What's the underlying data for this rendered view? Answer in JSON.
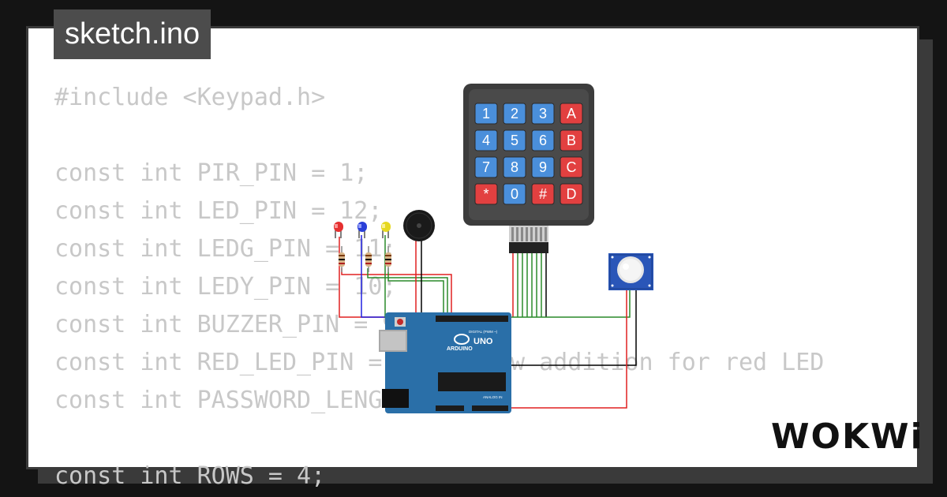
{
  "title": "sketch.ino",
  "code": {
    "lines": [
      "#include <Keypad.h>",
      "",
      "const int PIR_PIN = 1;",
      "const int LED_PIN = 12;",
      "const int LEDG_PIN = 11;",
      "const int LEDY_PIN = 10;",
      "const int BUZZER_PIN = 9;",
      "const int RED_LED_PIN = 8; // New addition for red LED",
      "const int PASSWORD_LENGTH = 4;",
      "",
      "const int ROWS = 4;"
    ]
  },
  "keypad": {
    "keys": [
      "1",
      "2",
      "3",
      "A",
      "4",
      "5",
      "6",
      "B",
      "7",
      "8",
      "9",
      "C",
      "*",
      "0",
      "#",
      "D"
    ],
    "digit_color": "#4a8fdb",
    "letter_color": "#e24040"
  },
  "arduino": {
    "model": "UNO",
    "brand": "ARDUINO",
    "digital_label": "DIGITAL (PWM ~)",
    "analog_label": "ANALOG IN",
    "board_color": "#2a6fa8"
  },
  "leds": [
    {
      "color": "#e53030"
    },
    {
      "color": "#2a3fd8"
    },
    {
      "color": "#e6d820"
    }
  ],
  "logo": "WOKWi"
}
